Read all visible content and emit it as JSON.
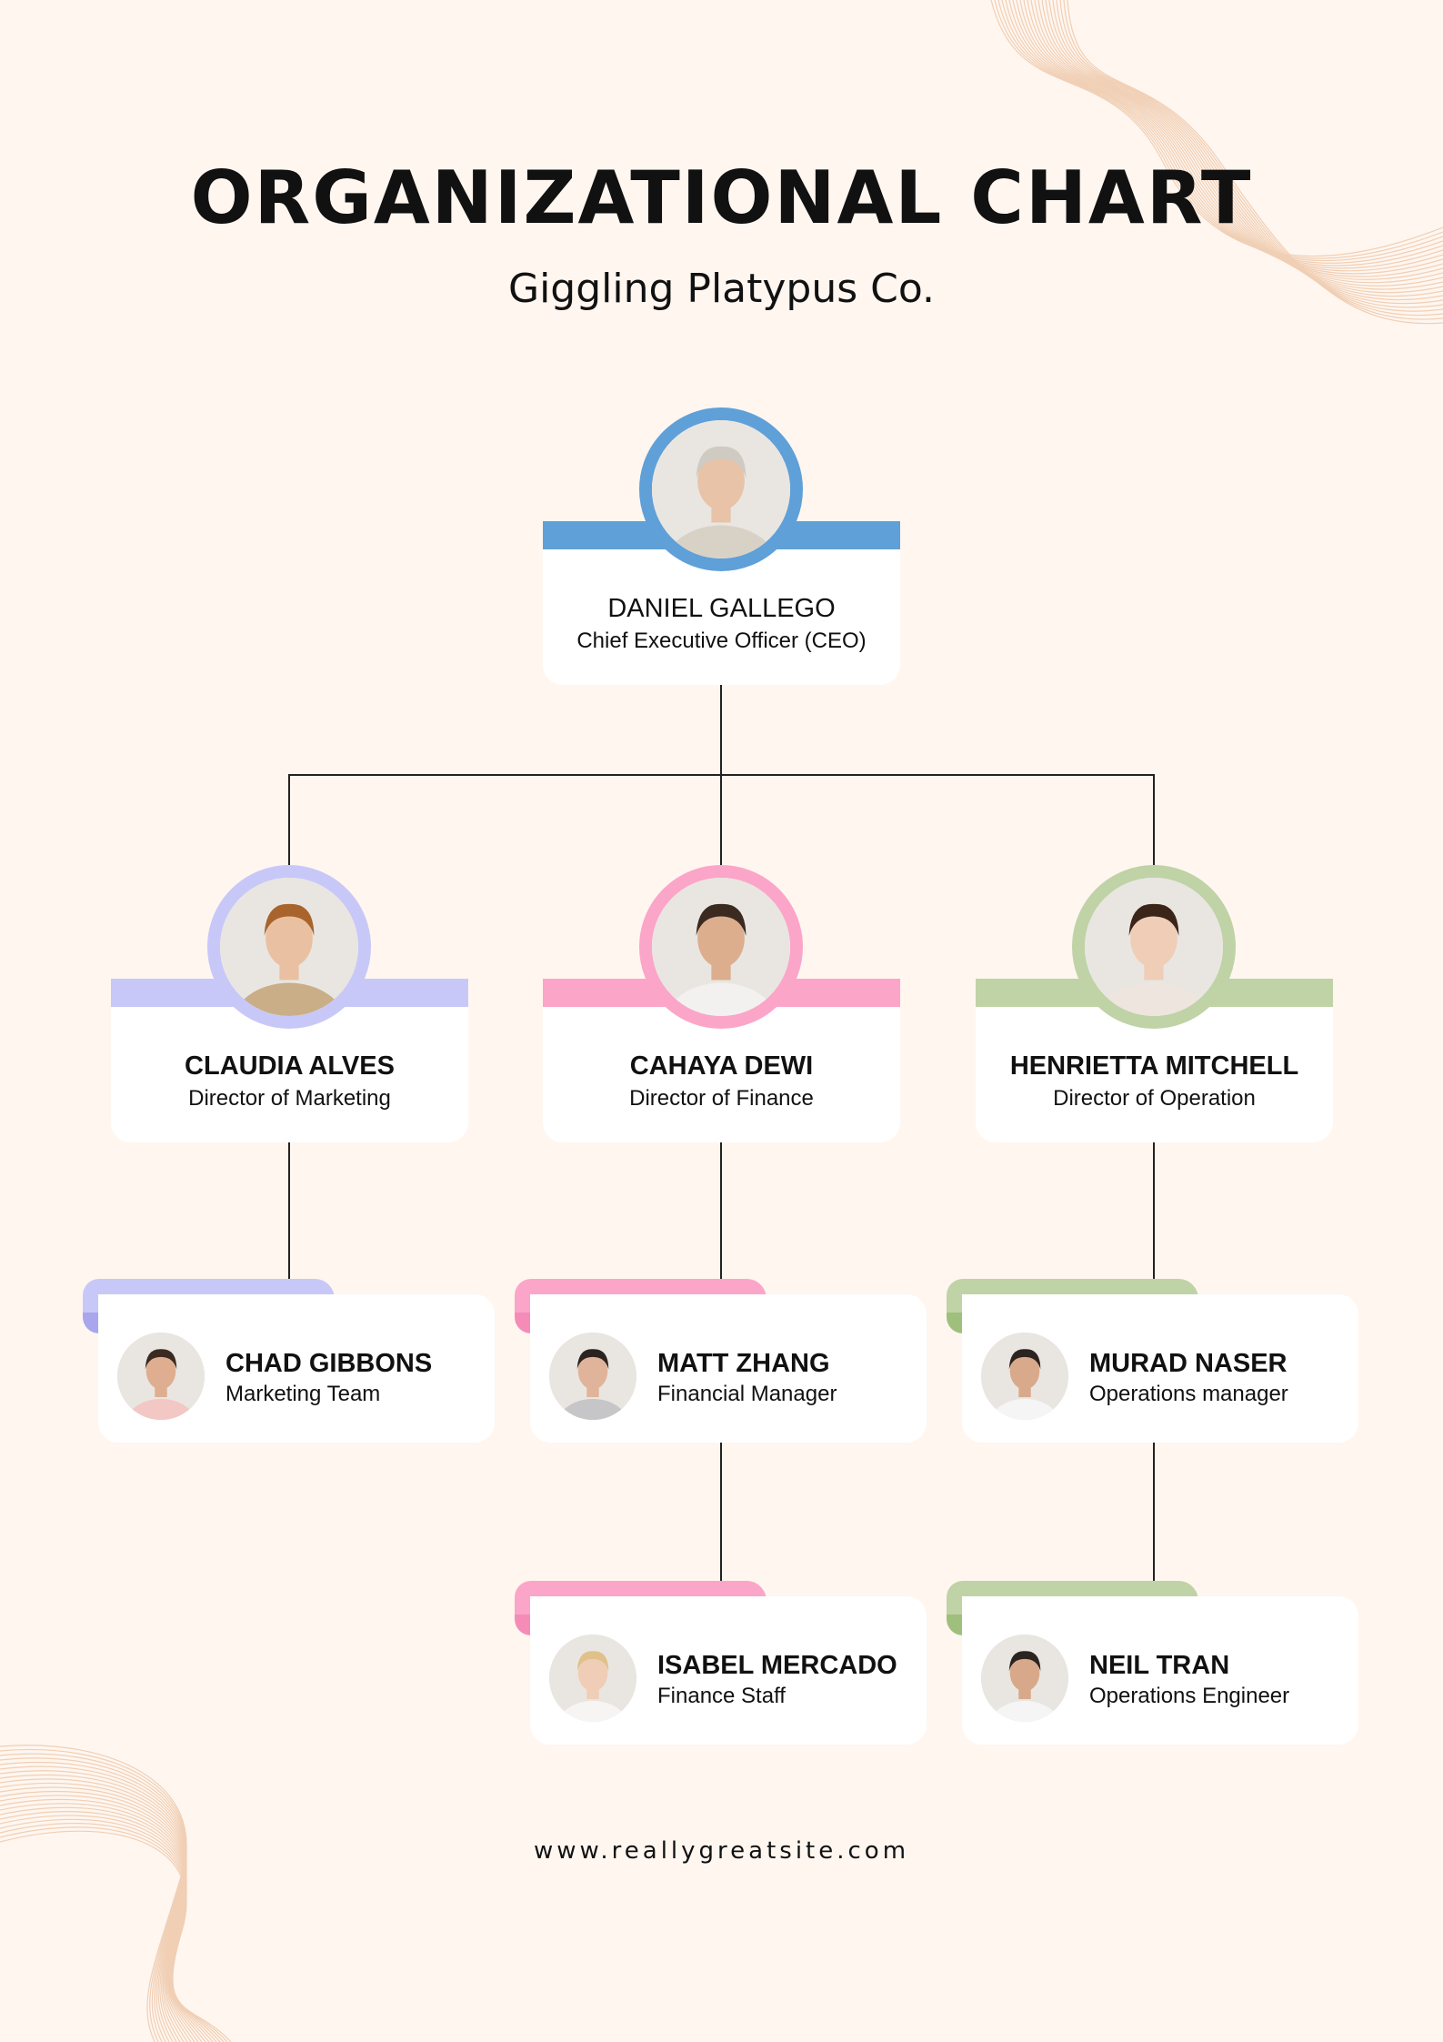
{
  "header": {
    "title": "ORGANIZATIONAL CHART",
    "subtitle": "Giggling Platypus Co."
  },
  "footer": {
    "website": "www.reallygreatsite.com"
  },
  "colors": {
    "background": "#fff6f0",
    "ceo": "#5fa0d8",
    "marketing": "#c8c8f8",
    "finance": "#fba5c9",
    "operations": "#bfd3a6"
  },
  "ceo": {
    "name": "DANIEL GALLEGO",
    "role": "Chief Executive Officer (CEO)",
    "color": "#5fa0d8",
    "skin": "#e8c3a8",
    "shirt": "#d8d2c6",
    "hair": "#cfcac2"
  },
  "directors": [
    {
      "name": "CLAUDIA ALVES",
      "role": "Director of Marketing",
      "color": "#c8c8f8",
      "dark": "#a9a6ee",
      "skin": "#e9c1a2",
      "shirt": "#c9ae88",
      "hair": "#a8642c"
    },
    {
      "name": "CAHAYA DEWI",
      "role": "Director of Finance",
      "color": "#fba5c9",
      "dark": "#f58cb8",
      "skin": "#dcae8e",
      "shirt": "#f3f1ef",
      "hair": "#3a2a20"
    },
    {
      "name": "HENRIETTA MITCHELL",
      "role": "Director of Operation",
      "color": "#bfd3a6",
      "dark": "#9fc07c",
      "skin": "#f0cdb6",
      "shirt": "#eee5de",
      "hair": "#3b2518"
    }
  ],
  "staff": [
    {
      "name": "CHAD GIBBONS",
      "role": "Marketing Team",
      "group": 0,
      "level": 0,
      "skin": "#dfae90",
      "shirt": "#f2c7c4",
      "hair": "#3a2a20"
    },
    {
      "name": "MATT ZHANG",
      "role": "Financial Manager",
      "group": 1,
      "level": 0,
      "skin": "#e0b49a",
      "shirt": "#c6c6c8",
      "hair": "#2a2320"
    },
    {
      "name": "MURAD NASER",
      "role": "Operations manager",
      "group": 2,
      "level": 0,
      "skin": "#d9a98c",
      "shirt": "#f5f5f5",
      "hair": "#2a2320"
    },
    {
      "name": "ISABEL MERCADO",
      "role": "Finance Staff",
      "group": 1,
      "level": 1,
      "skin": "#f0cdb6",
      "shirt": "#f7f5f3",
      "hair": "#e0c189"
    },
    {
      "name": "NEIL TRAN",
      "role": "Operations Engineer",
      "group": 2,
      "level": 1,
      "skin": "#d8a88a",
      "shirt": "#f5f5f5",
      "hair": "#2a2320"
    }
  ]
}
